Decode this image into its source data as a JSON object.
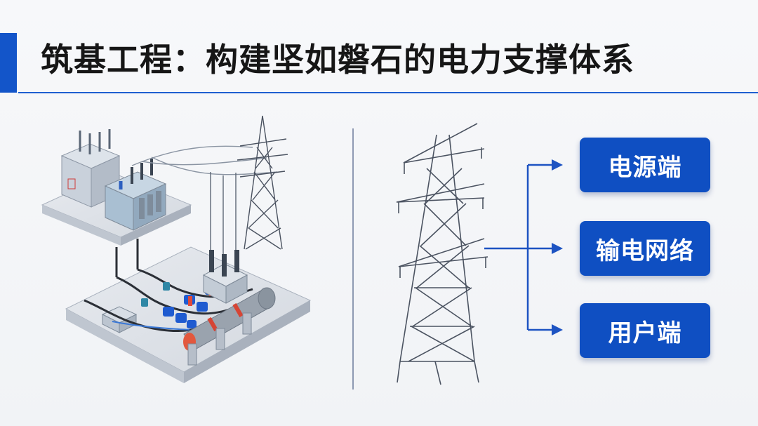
{
  "slide": {
    "title": "筑基工程：构建坚如磐石的电力支撑体系",
    "accent_color": "#1355c9"
  },
  "outputs": {
    "items": [
      {
        "label": "电源端"
      },
      {
        "label": "输电网络"
      },
      {
        "label": "用户端"
      }
    ],
    "box_color": "#0f4fc2",
    "text_color": "#ffffff"
  },
  "illustrations": {
    "substation": "substation-illustration",
    "left_tower": "transmission-tower-icon",
    "main_tower": "transmission-tower-icon",
    "arrows": "arrow-right-icon"
  }
}
